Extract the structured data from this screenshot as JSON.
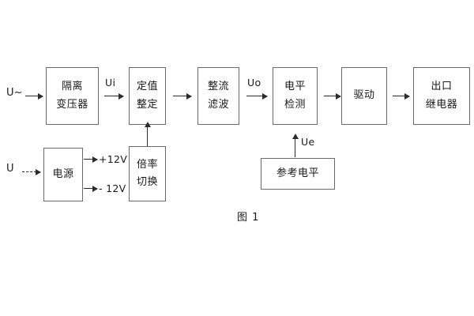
{
  "figure": {
    "caption": "图 1",
    "background_color": "#ffffff",
    "line_color": "#2b2b2b",
    "box_border_color": "#6a6a6a",
    "text_color": "#1a1a1a"
  },
  "inputs": {
    "ac_source_label": "U~",
    "dc_source_label": "U"
  },
  "signal_labels": {
    "ui": "Ui",
    "uo": "Uo",
    "ue": "Ue"
  },
  "power_rails": {
    "positive": "+12V",
    "negative": "- 12V"
  },
  "main_chain": [
    {
      "id": "isolation-transformer",
      "line1": "隔离",
      "line2": "变压器"
    },
    {
      "id": "setpoint-adjust",
      "line1": "定值",
      "line2": "整定"
    },
    {
      "id": "rectify-filter",
      "line1": "整流",
      "line2": "滤波"
    },
    {
      "id": "level-detect",
      "line1": "电平",
      "line2": "检测"
    },
    {
      "id": "drive",
      "line1": "驱动",
      "line2": ""
    },
    {
      "id": "output-relay",
      "line1": "出口",
      "line2": "继电器"
    }
  ],
  "support_blocks": [
    {
      "id": "power-supply",
      "line1": "电源",
      "line2": ""
    },
    {
      "id": "ratio-switch",
      "line1": "倍率",
      "line2": "切换"
    },
    {
      "id": "reference-level",
      "line1": "参考电平",
      "line2": ""
    }
  ]
}
